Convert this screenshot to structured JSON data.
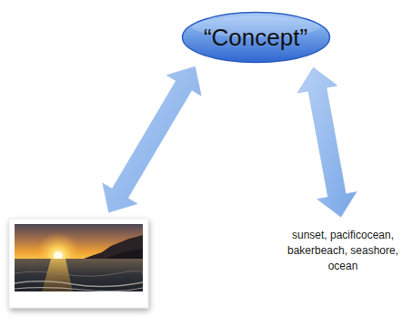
{
  "diagram": {
    "nodes": [
      {
        "text": [
          "“Concept”"
        ]
      },
      {
        "text": []
      },
      {
        "text": [
          "sunset, pacificocean, bakerbeach, seashore, ocean"
        ]
      }
    ],
    "edges": [
      {
        "from": 0,
        "to": 1,
        "arrow": "both"
      },
      {
        "from": 0,
        "to": 2,
        "arrow": "both"
      }
    ]
  }
}
